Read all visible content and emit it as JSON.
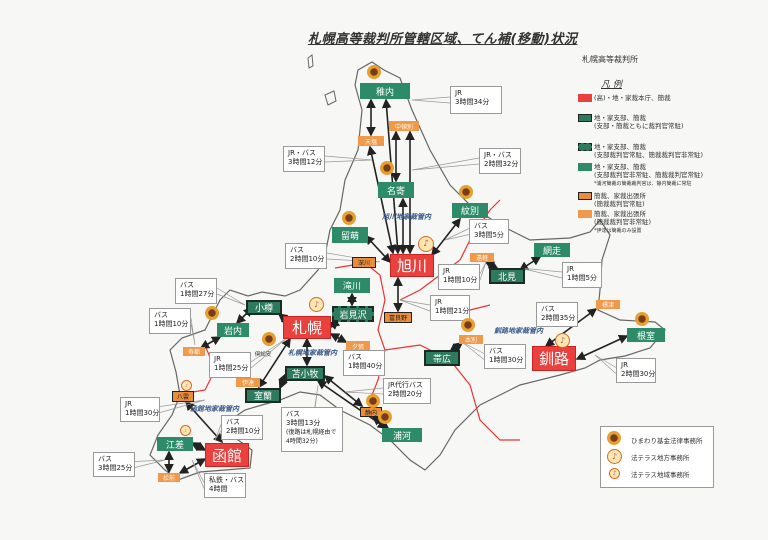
{
  "title": "札幌高等裁判所管轄区域、てん補(移動)状況",
  "court_name": "札幌高等裁判所",
  "legend": {
    "title": "凡 例",
    "items": [
      {
        "color": "#e8413e",
        "text": "(高)・地・家裁本庁、簡裁"
      },
      {
        "color": "#2e7a5e",
        "text": "地・家支部、簡裁",
        "sub": "(支部・簡裁ともに裁判官常駐)"
      },
      {
        "color": "#2e7a5e",
        "text": "地・家支部、簡裁",
        "sub": "(支部裁判官常駐、簡裁裁判官非常駐)"
      },
      {
        "color": "#2e8b6a",
        "text": "地・家支部、簡裁",
        "sub": "(支部裁判官非常駐、簡裁裁判官常駐)",
        "note": "*浦河簡裁の簡裁裁判官は、静内簡裁に常駐"
      },
      {
        "color": "#e98d3a",
        "text": "簡裁、家裁出張所",
        "sub": "(簡裁裁判官常駐)"
      },
      {
        "color": "#f0994a",
        "text": "簡裁、家裁出張所",
        "sub": "(簡裁裁判官非常駐)",
        "note": "*伊達は簡裁のみ設置"
      }
    ],
    "offices": [
      {
        "icon": "sunflower-icon",
        "text": "ひまわり基金法律事務所"
      },
      {
        "icon": "houterasu-regional-icon",
        "text": "法テラス地方事務所"
      },
      {
        "icon": "houterasu-local-icon",
        "text": "法テラス地域事務所"
      }
    ]
  },
  "offices": {
    "wakkanai": "稚内",
    "teshio": "天塩",
    "nakatombetsu": "中頓別",
    "nayoro": "名寄",
    "mombetsu": "紋別",
    "rumoi": "留萌",
    "asahikawa": "旭川",
    "fukagawa": "深川",
    "takikawa": "滝川",
    "iwamizawa": "岩見沢",
    "furano": "富良野",
    "engaru": "遠軽",
    "kitami": "北見",
    "abashiri": "網走",
    "sapporo": "札幌",
    "otaru": "小樽",
    "iwanai": "岩内",
    "suttsu": "寿都",
    "kutchan": "倶知安",
    "yubari": "夕張",
    "tomakomai": "苫小牧",
    "date": "伊達",
    "muroran": "室蘭",
    "yakumo": "八雲",
    "shizunai": "静内",
    "urakawa": "浦河",
    "esashi": "江差",
    "hakodate": "函館",
    "matsumae": "松前",
    "obihiro": "帯広",
    "hombetsu": "本別",
    "kushiro": "釧路",
    "shibetsu": "標津",
    "nemuro": "根室"
  },
  "districts": {
    "asahikawa": "旭川地家裁管内",
    "sapporo": "札幌地家裁管内",
    "hakodate": "函館地家裁管内",
    "kushiro": "釧路地家裁管内"
  },
  "routes": [
    {
      "mode": "JR",
      "time": "3時間34分"
    },
    {
      "mode": "JR・バス",
      "time": "3時間12分"
    },
    {
      "mode": "JR・バス",
      "time": "2時間32分"
    },
    {
      "mode": "バス",
      "time": "3時間5分"
    },
    {
      "mode": "バス",
      "time": "2時間10分"
    },
    {
      "mode": "JR",
      "time": "1時間10分"
    },
    {
      "mode": "JR",
      "time": "1時間5分"
    },
    {
      "mode": "JR",
      "time": "1時間21分"
    },
    {
      "mode": "バス",
      "time": "1時間27分"
    },
    {
      "mode": "バス",
      "time": "1時間10分"
    },
    {
      "mode": "JR",
      "time": "1時間25分"
    },
    {
      "mode": "バス",
      "time": "1時間40分"
    },
    {
      "mode": "JR代行バス",
      "time": "2時間20分"
    },
    {
      "mode": "JR",
      "time": "1時間30分"
    },
    {
      "mode": "バス",
      "time": "2時間10分"
    },
    {
      "mode": "バス",
      "time": "3時間13分",
      "note1": "(復路は札幌経由で",
      "note2": "4時間32分)"
    },
    {
      "mode": "バス",
      "time": "3時間25分"
    },
    {
      "mode": "私鉄・バス",
      "time": "4時間"
    },
    {
      "mode": "バス",
      "time": "2時間35分"
    },
    {
      "mode": "バス",
      "time": "1時間30分"
    },
    {
      "mode": "JR",
      "time": "2時間30分"
    }
  ]
}
